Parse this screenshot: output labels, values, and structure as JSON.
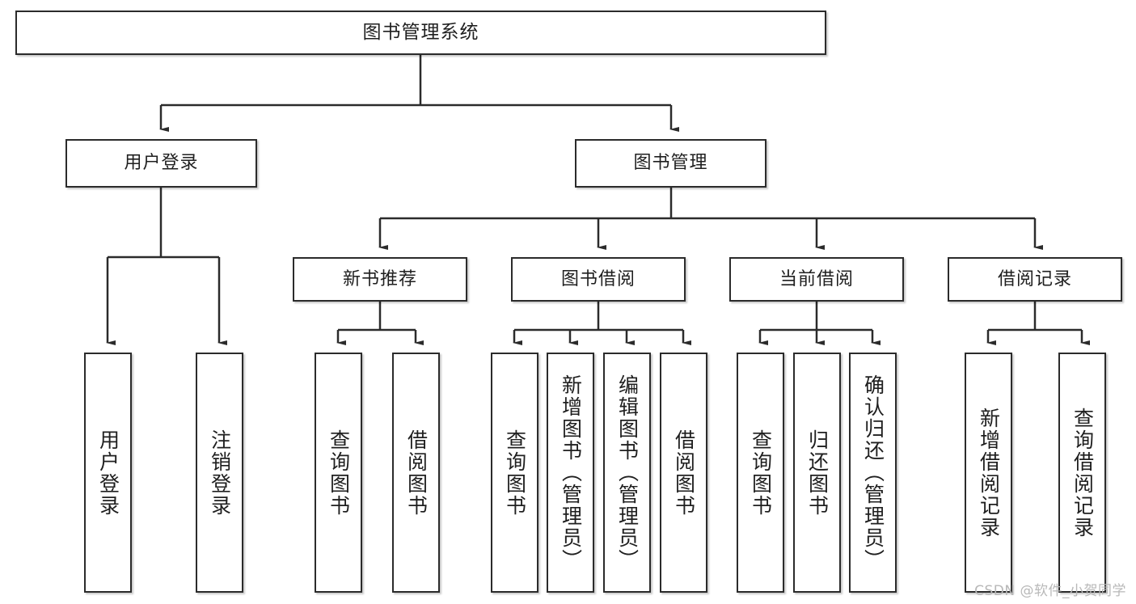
{
  "diagram": {
    "type": "tree-hierarchy",
    "title": "图书管理系统",
    "watermark": "CSDN @软件_小贺同学",
    "colors": {
      "background": "#ffffff",
      "box_border": "#2b2b2b",
      "box_fill": "#ffffff",
      "connector": "#2b2b2b",
      "watermark": "#b8b8b8"
    },
    "nodes": {
      "root": {
        "label": "图书管理系统"
      },
      "level1": [
        {
          "label": "用户登录"
        },
        {
          "label": "图书管理"
        }
      ],
      "level2": [
        {
          "label": "新书推荐"
        },
        {
          "label": "图书借阅"
        },
        {
          "label": "当前借阅"
        },
        {
          "label": "借阅记录"
        }
      ],
      "leaves": [
        {
          "label": "用户登录"
        },
        {
          "label": "注销登录"
        },
        {
          "label": "查询图书"
        },
        {
          "label": "借阅图书"
        },
        {
          "label": "查询图书"
        },
        {
          "label": "新增图书（管理员）"
        },
        {
          "label": "编辑图书（管理员）"
        },
        {
          "label": "借阅图书"
        },
        {
          "label": "查询图书"
        },
        {
          "label": "归还图书"
        },
        {
          "label": "确认归还（管理员）"
        },
        {
          "label": "新增借阅记录"
        },
        {
          "label": "查询借阅记录"
        }
      ]
    }
  }
}
